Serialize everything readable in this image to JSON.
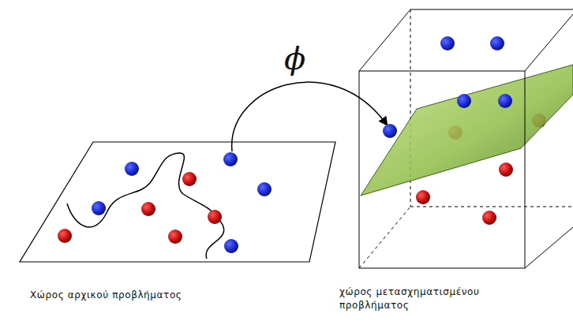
{
  "diagram": {
    "labels": [
      "ϕ",
      "Χώρος αρχικού προβλήματος",
      "χώρος μετασχηματισμένου προβλήματος"
    ]
  }
}
